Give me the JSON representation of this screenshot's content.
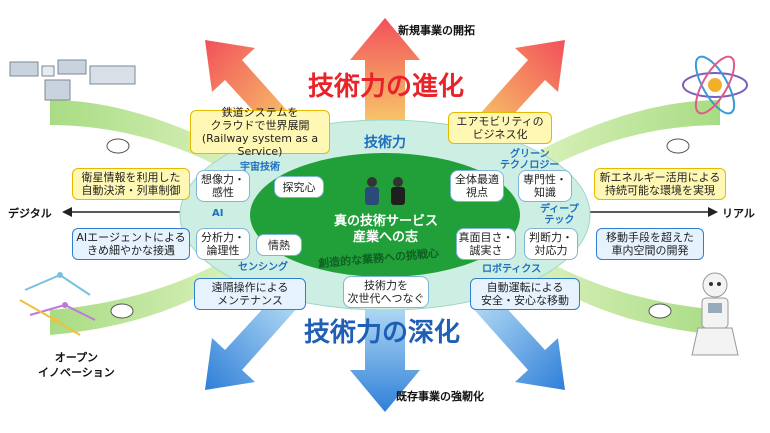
{
  "title_evolution": "技術力の進化",
  "title_deepening": "技術力の深化",
  "axis": {
    "top": "新規事業の開拓",
    "bottom": "既存事業の強靭化",
    "left": "デジタル",
    "right": "リアル",
    "bottom_left": "オープン\nイノベーション"
  },
  "ring_label": "技術力",
  "ring_terms": {
    "space": "宇宙技術",
    "ai": "AI",
    "sensing": "センシング",
    "green": "グリーン\nテクノロジー",
    "deeptech": "ディープ\nテック",
    "robotics": "ロボティクス"
  },
  "core": {
    "line1": "真の技術サービス",
    "line2": "産業への志",
    "arc": "創造的な業務への挑戦心"
  },
  "skills": {
    "imagination": "想像力・\n感性",
    "curiosity": "探究心",
    "analysis": "分析力・\n論理性",
    "passion": "情熱",
    "optimization": "全体最適\n視点",
    "expertise": "専門性・\n知識",
    "integrity": "真面目さ・\n誠実さ",
    "judgment": "判断力・\n対応力"
  },
  "yellow_boxes": {
    "railway": "鉄道システムを\nクラウドで世界展開\n(Railway system as a Service)",
    "airmobility": "エアモビリティの\nビジネス化",
    "satellite": "衛星情報を利用した\n自動決済・列車制御",
    "new_energy": "新エネルギー活用による\n持続可能な環境を実現"
  },
  "blue_boxes": {
    "ai_agent": "AIエージェントによる\nきめ細やかな接遇",
    "mobility": "移動手段を超えた\n車内空間の開発",
    "remote": "遠隔操作による\nメンテナンス",
    "next_gen": "技術力を\n次世代へつなぐ",
    "autodrive": "自動運転による\n安全・安心な移動"
  },
  "colors": {
    "evolution_red": "#e8232a",
    "deepening_blue": "#1f5fb5",
    "inner_green": "#21a03a",
    "ring_mint": "#cdeee3",
    "arrow_top": "#f05a4a",
    "arrow_bottom": "#4a8fd8",
    "arm_green": "#b8e39a"
  },
  "icons": [
    "satellite-icon",
    "atom-icon",
    "network-icon",
    "robot-icon",
    "handshake-icon",
    "engineers-icon"
  ]
}
